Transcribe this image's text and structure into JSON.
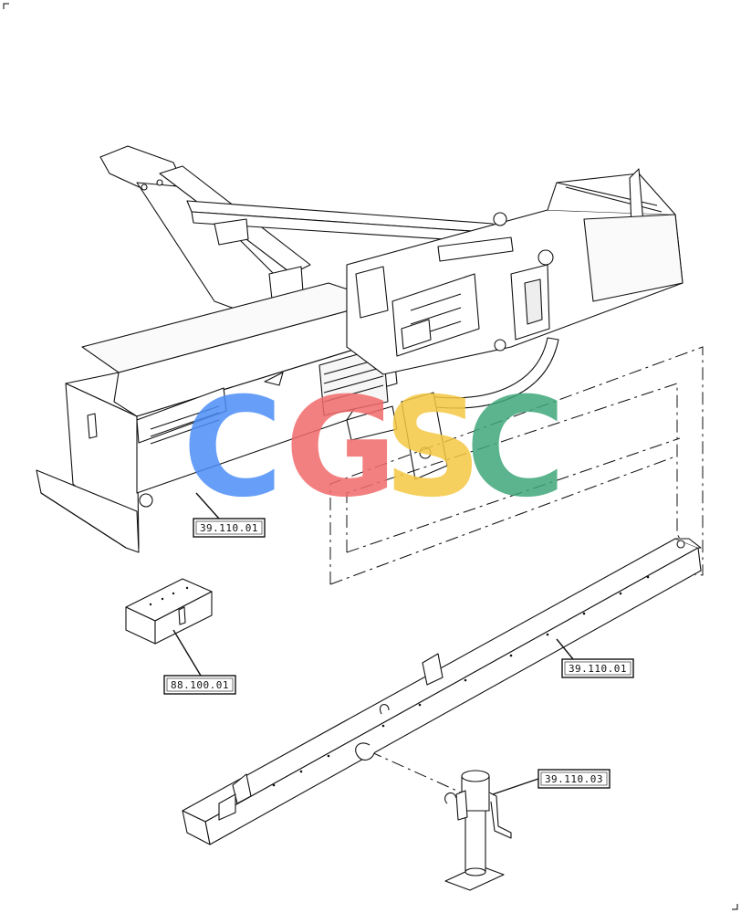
{
  "diagram": {
    "callouts": {
      "frame": "39.110.01",
      "toolbox": "88.100.01",
      "rear_beam": "39.110.01",
      "jack": "39.110.03"
    },
    "watermark": {
      "letters": [
        "C",
        "G",
        "S",
        "C"
      ],
      "colors": [
        "#4d8ff7",
        "#f26b6b",
        "#f5c842",
        "#3fa77a"
      ]
    }
  }
}
